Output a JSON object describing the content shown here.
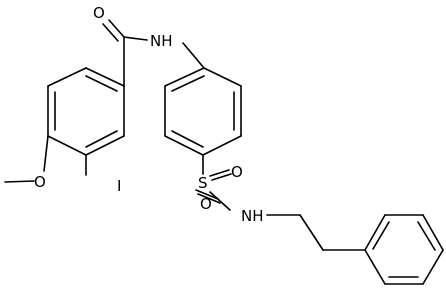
{
  "molecule": {
    "atoms": {
      "carbonyl_oxygen": "O",
      "amide_nitrogen": "NH",
      "iodine": "I",
      "methoxy_oxygen": "O",
      "sulfonyl_sulfur": "S",
      "sulfonyl_oxygen_left": "O",
      "sulfonyl_oxygen_right": "O",
      "sulfonamide_nitrogen": "NH"
    }
  },
  "colors": {
    "bond": "#000000",
    "label": "#000000",
    "background": "#ffffff"
  }
}
